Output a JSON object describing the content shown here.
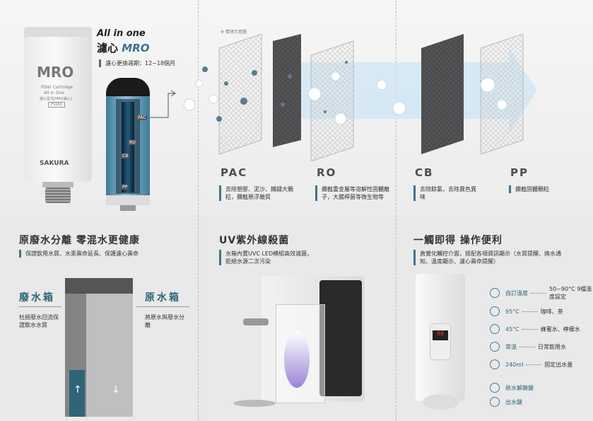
{
  "top": {
    "product_label": "MRO",
    "cartridge_lines": [
      "Filter Cartridge",
      "All in One",
      "濾心型式[MRO濾心]",
      "FS182"
    ],
    "cartridge_brand": "SAKURA",
    "heading_line1": "All in one",
    "heading_cn": "濾心",
    "heading_brand": "MRO",
    "replace_note": "濾心更換週期：12~18個月",
    "layer_tags": [
      "PAC",
      "RO",
      "CB",
      "PP"
    ],
    "illustration_note": "※ 情境示意圖",
    "filters": [
      {
        "code": "PAC",
        "desc": "去除塑膠、泥沙、鐵鏽大顆粒，攔截懸浮雜質"
      },
      {
        "code": "RO",
        "desc": "攔截重金屬等溶解性固體離子，大腸桿菌等微生物等"
      },
      {
        "code": "CB",
        "desc": "去除餘氯，去除異色異味"
      },
      {
        "code": "PP",
        "desc": "攔截固體顆粒"
      }
    ]
  },
  "bottom": {
    "sec1": {
      "title": "原廢水分離 零混水更健康",
      "note": "保證飲用水質、水汞壽命延長、保護濾心壽命",
      "left_title": "廢水箱",
      "left_desc": "杜絕廢水回流保證飲水水質",
      "right_title": "原水箱",
      "right_desc": "將原水與廢水分離"
    },
    "sec2": {
      "title": "UV紫外線殺菌",
      "note": "水箱內置UVC LED模組高效滅菌，拒絕水源二次污染"
    },
    "sec3": {
      "title": "一觸即得 操作便利",
      "note": "直覺化觸控介面，搭配各項資訊顯示（水質提醒、換水通知、溫度顯示、濾心壽命提醒）",
      "display": "88",
      "features": [
        {
          "icon": "thermometer-icon",
          "label": "自訂溫度",
          "desc": "50~90°C 9檔溫度設定"
        },
        {
          "icon": "coffee-icon",
          "label": "95°C",
          "desc": "咖啡、茶"
        },
        {
          "icon": "honey-icon",
          "label": "45°C",
          "desc": "蜂蜜水、檸檬水"
        },
        {
          "icon": "water-drop-icon",
          "label": "常溫",
          "desc": "日常飲用水"
        },
        {
          "icon": "cup-icon",
          "label": "240ml",
          "desc": "固定出水量"
        }
      ],
      "controls": [
        {
          "icon": "lock-icon",
          "label": "熱水解鎖鍵"
        },
        {
          "icon": "dispense-icon",
          "label": "出水鍵"
        }
      ]
    }
  },
  "colors": {
    "accent": "#3f6f8e",
    "dark_filter": "#4a4a4c",
    "arrow": "#cfe6f4"
  }
}
